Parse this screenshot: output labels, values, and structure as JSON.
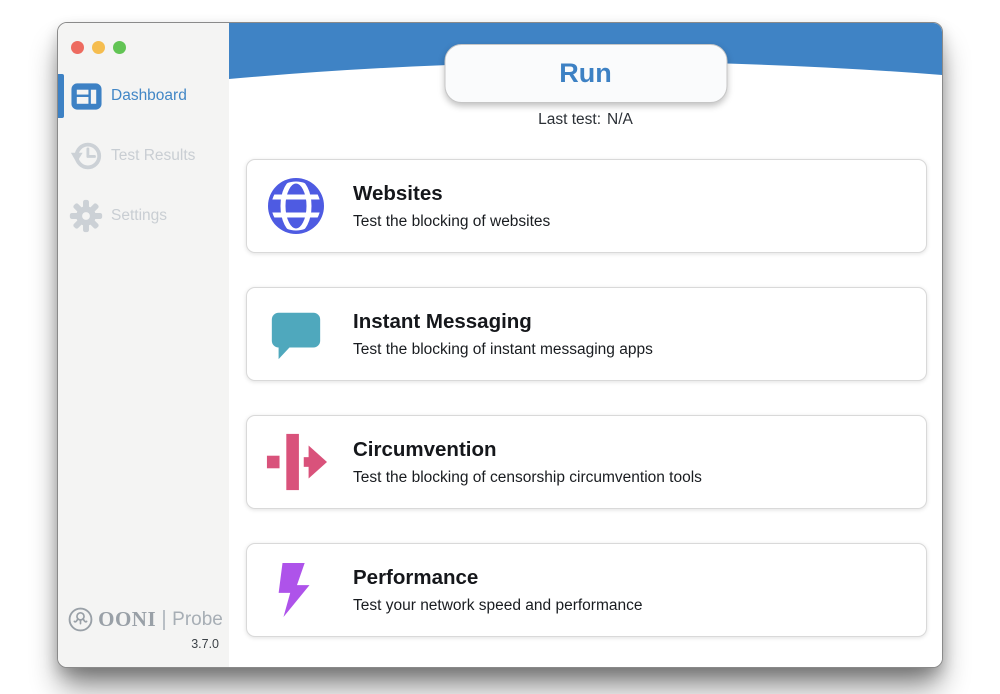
{
  "titlebar": {
    "traffic_lights": [
      {
        "name": "close",
        "color": "#ed6b60"
      },
      {
        "name": "minimize",
        "color": "#f5bd4f"
      },
      {
        "name": "zoom",
        "color": "#62c454"
      }
    ]
  },
  "sidebar": {
    "items": [
      {
        "label": "Dashboard",
        "icon": "dashboard-icon",
        "active": true
      },
      {
        "label": "Test Results",
        "icon": "history-icon",
        "active": false
      },
      {
        "label": "Settings",
        "icon": "gear-icon",
        "active": false
      }
    ],
    "brand": {
      "name": "OONI",
      "product": "Probe",
      "version": "3.7.0"
    }
  },
  "header": {
    "run_label": "Run",
    "last_test_label": "Last test:",
    "last_test_value": "N/A"
  },
  "cards": [
    {
      "title": "Websites",
      "description": "Test the blocking of websites",
      "icon": "globe-icon",
      "accent": "#4e5be2"
    },
    {
      "title": "Instant Messaging",
      "description": "Test the blocking of instant messaging apps",
      "icon": "chat-bubble-icon",
      "accent": "#4fa8bd"
    },
    {
      "title": "Circumvention",
      "description": "Test the blocking of censorship circumvention tools",
      "icon": "breakthrough-arrow-icon",
      "accent": "#d9527b"
    },
    {
      "title": "Performance",
      "description": "Test your network speed and performance",
      "icon": "lightning-bolt-icon",
      "accent": "#ae53ea"
    }
  ],
  "colors": {
    "accent_blue": "#3f83c5",
    "sidebar_bg": "#f4f4f3",
    "inactive_gray": "#ccd1d6"
  }
}
